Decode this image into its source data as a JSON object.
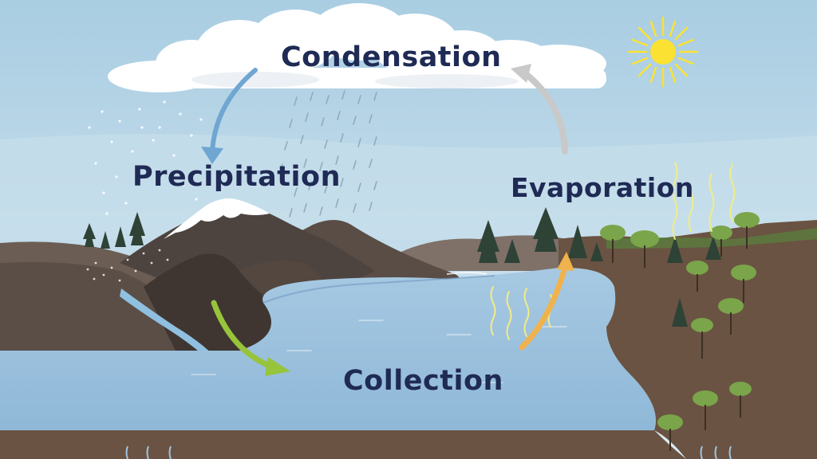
{
  "diagram": {
    "stages": {
      "condensation": "Condensation",
      "precipitation": "Precipitation",
      "evaporation": "Evaporation",
      "collection": "Collection"
    },
    "colors": {
      "sky_top": "#a9cde2",
      "sky_bottom": "#dbeaf2",
      "cloud": "#ffffff",
      "sun": "#fbe232",
      "mountain_dark": "#4d4440",
      "mountain_mid": "#6b5d53",
      "snow": "#ffffff",
      "lake": "#9fc3de",
      "lake_shore": "#6f98c2",
      "ground": "#6a5342",
      "tree_dark": "#2e4236",
      "tree_light": "#7aa54a",
      "arrow_blue": "#6fa6d2",
      "arrow_grey": "#c9c9c9",
      "arrow_green": "#97c43b",
      "arrow_orange": "#f0b24c",
      "label_text": "#1f2a55"
    },
    "icons": [
      "sun-icon",
      "cloud-icon",
      "rain-icon",
      "snow-icon",
      "tree-icon",
      "arrow-icon",
      "vapor-icon"
    ]
  }
}
